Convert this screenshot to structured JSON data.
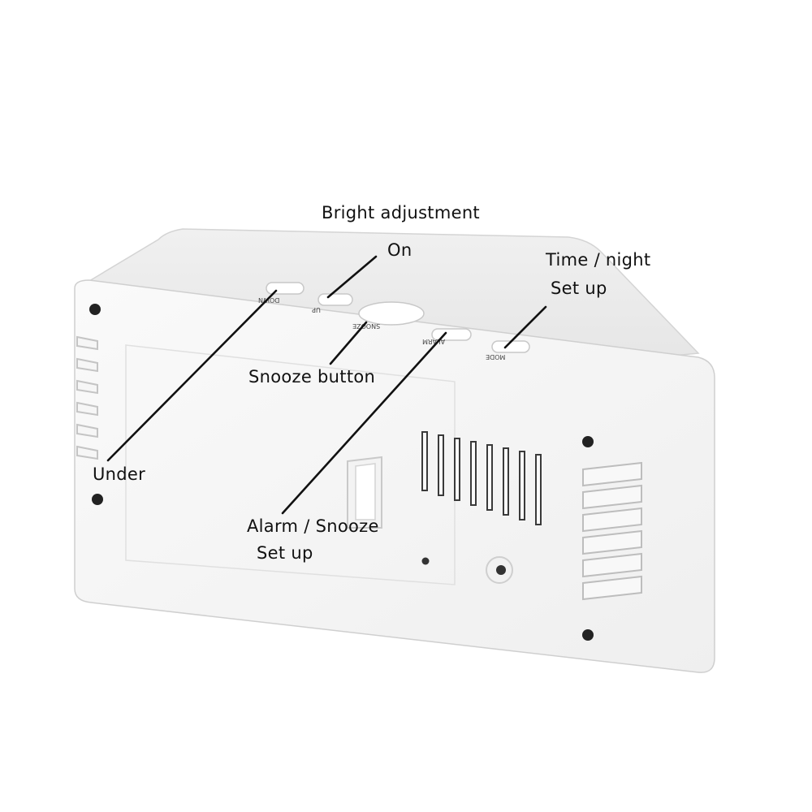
{
  "annotations": {
    "bright_adjustment": "Bright adjustment",
    "on": "On",
    "time_night_line1": "Time / night",
    "time_night_line2": "Set up",
    "snooze_button": "Snooze button",
    "under": "Under",
    "alarm_snooze_line1": "Alarm / Snooze",
    "alarm_snooze_line2": "Set up"
  },
  "device_buttons": {
    "down": "DOWN",
    "up": "UP",
    "snooze": "SNOOZE",
    "alarm": "ALARM",
    "mode": "MODE"
  },
  "colors": {
    "device_body": "#f4f4f4",
    "device_top": "#ececec",
    "label_text": "#111111",
    "background": "#ffffff"
  }
}
